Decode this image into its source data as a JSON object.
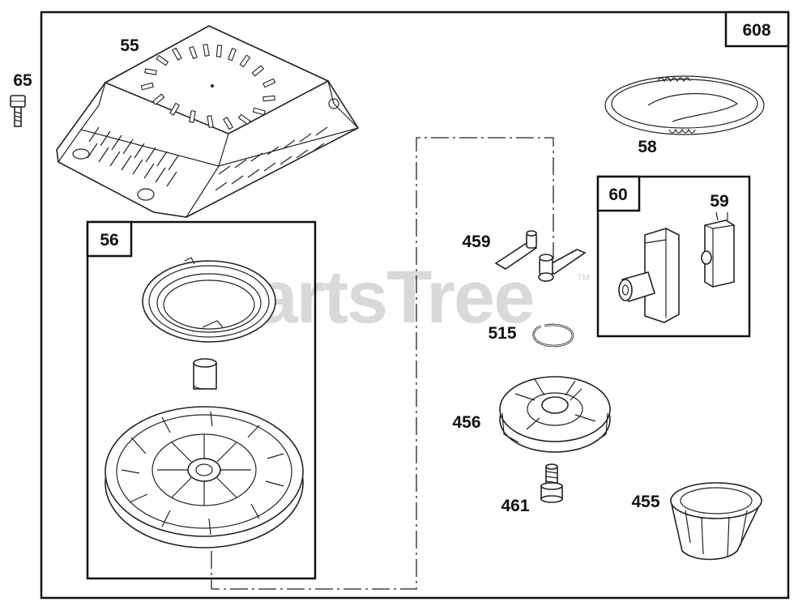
{
  "watermark": {
    "text": "PartsTree",
    "trademark": "TM"
  },
  "assembly_label": "608",
  "kits": {
    "kit_56": {
      "label": "56"
    },
    "kit_60": {
      "label": "60"
    }
  },
  "parts": {
    "p55": "55",
    "p65": "65",
    "p58": "58",
    "p59": "59",
    "p459": "459",
    "p515": "515",
    "p456": "456",
    "p461": "461",
    "p455": "455"
  }
}
